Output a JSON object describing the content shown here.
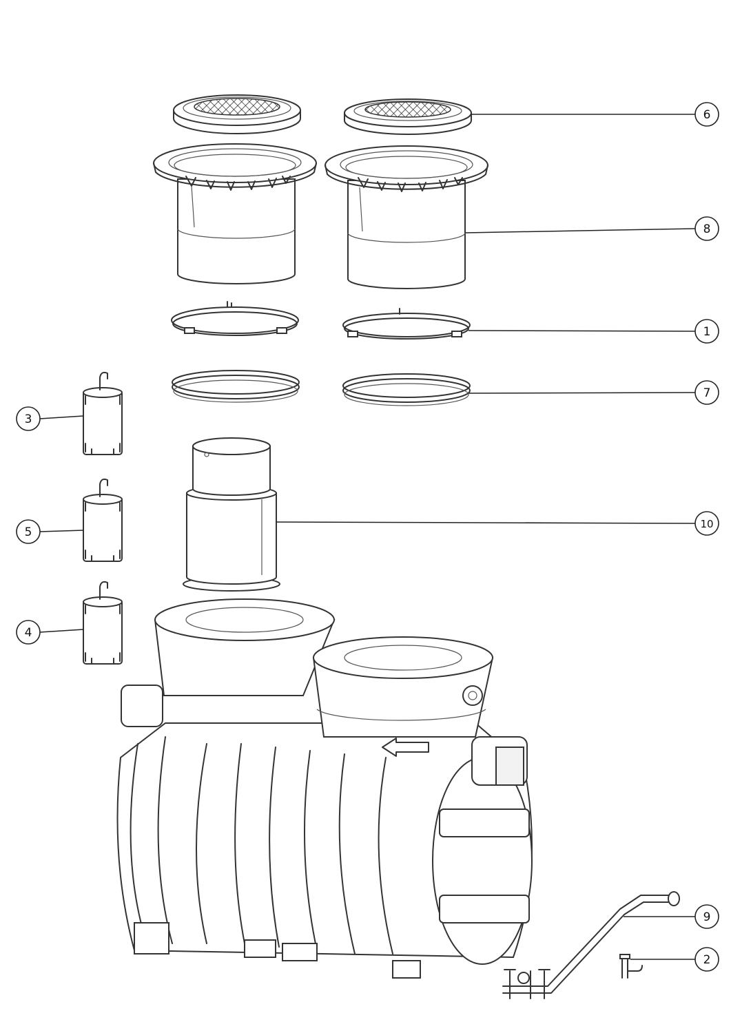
{
  "diagram": {
    "type": "exploded-parts-drawing",
    "callouts": [
      {
        "id": "callout-6",
        "label": "6"
      },
      {
        "id": "callout-8",
        "label": "8"
      },
      {
        "id": "callout-1",
        "label": "1"
      },
      {
        "id": "callout-7",
        "label": "7"
      },
      {
        "id": "callout-3",
        "label": "3"
      },
      {
        "id": "callout-5",
        "label": "5"
      },
      {
        "id": "callout-4",
        "label": "4"
      },
      {
        "id": "callout-10",
        "label": "10"
      },
      {
        "id": "callout-9",
        "label": "9"
      },
      {
        "id": "callout-2",
        "label": "2"
      }
    ],
    "colors": {
      "line": "#333333",
      "background": "#ffffff"
    }
  }
}
